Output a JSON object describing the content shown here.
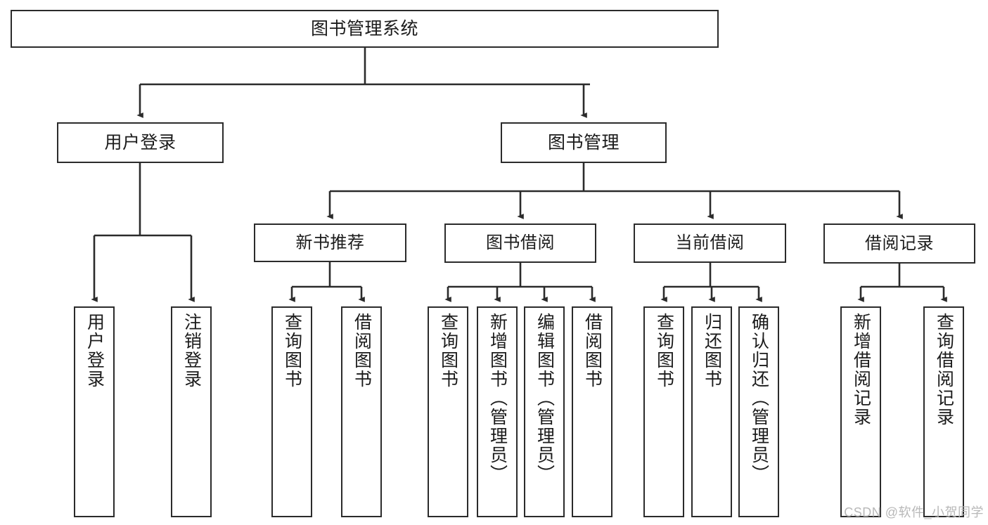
{
  "diagram": {
    "title": "图书管理系统",
    "type": "tree-hierarchy-diagram",
    "watermark": "CSDN @软件_小贺同学",
    "colors": {
      "stroke": "#2b2b2b",
      "fill": "#ffffff",
      "text": "#1b1b1b",
      "watermark": "#b8b8b8"
    },
    "nodes": {
      "root": {
        "label": "图书管理系统"
      },
      "level2": {
        "user_login": {
          "label": "用户登录"
        },
        "book_manage": {
          "label": "图书管理"
        }
      },
      "level3": {
        "new_book_recommend": {
          "label": "新书推荐"
        },
        "book_borrow": {
          "label": "图书借阅"
        },
        "current_borrow": {
          "label": "当前借阅"
        },
        "borrow_record": {
          "label": "借阅记录"
        }
      },
      "leaves": {
        "user_login_children": [
          {
            "label": "用户登录"
          },
          {
            "label": "注销登录"
          }
        ],
        "new_book_recommend_children": [
          {
            "label": "查询图书"
          },
          {
            "label": "借阅图书"
          }
        ],
        "book_borrow_children": [
          {
            "label": "查询图书"
          },
          {
            "label": "新增图书（管理员）"
          },
          {
            "label": "编辑图书（管理员）"
          },
          {
            "label": "借阅图书"
          }
        ],
        "current_borrow_children": [
          {
            "label": "查询图书"
          },
          {
            "label": "归还图书"
          },
          {
            "label": "确认归还（管理员）"
          }
        ],
        "borrow_record_children": [
          {
            "label": "新增借阅记录"
          },
          {
            "label": "查询借阅记录"
          }
        ]
      }
    }
  }
}
